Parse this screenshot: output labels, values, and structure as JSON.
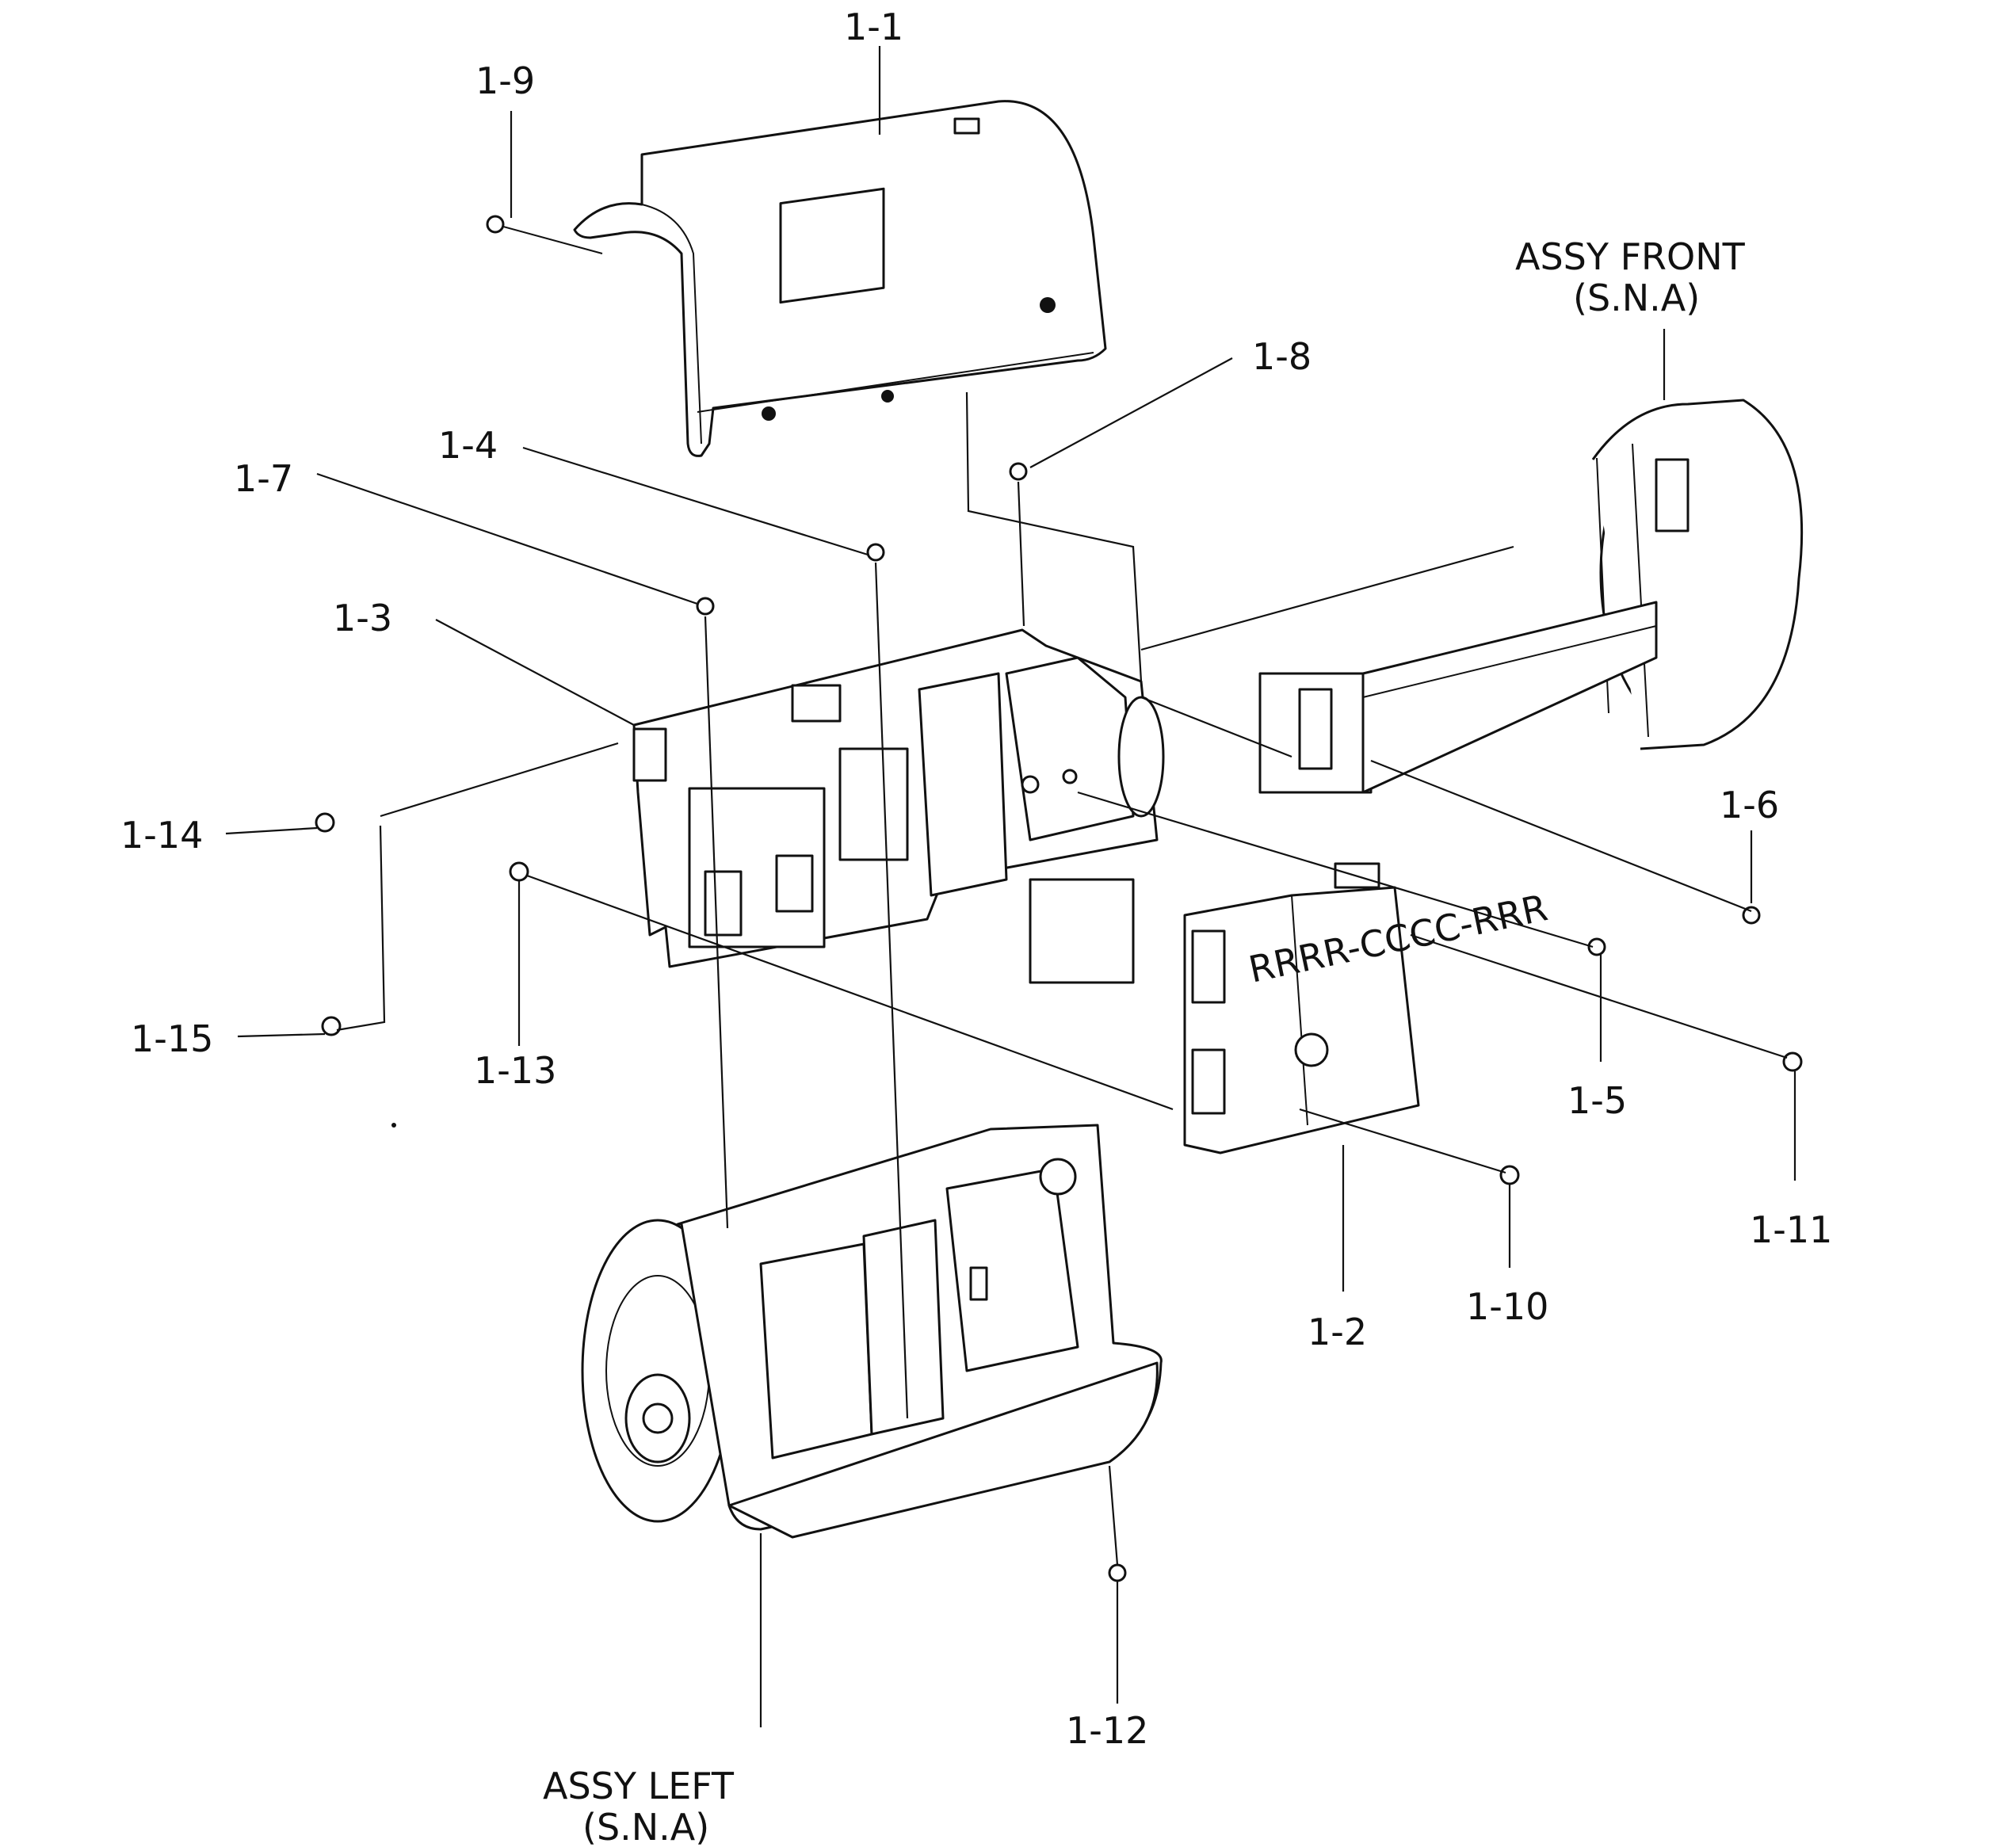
{
  "diagram": {
    "labels": {
      "p1_1": "1-1",
      "p1_2": "1-2",
      "p1_3": "1-3",
      "p1_4": "1-4",
      "p1_5": "1-5",
      "p1_6": "1-6",
      "p1_7": "1-7",
      "p1_8": "1-8",
      "p1_9": "1-9",
      "p1_10": "1-10",
      "p1_11": "1-11",
      "p1_12": "1-12",
      "p1_13": "1-13",
      "p1_14": "1-14",
      "p1_15": "1-15",
      "assy_front_1": "ASSY FRONT",
      "assy_front_2": "(S.N.A)",
      "assy_left_1": "ASSY LEFT",
      "assy_left_2": "(S.N.A)"
    }
  }
}
